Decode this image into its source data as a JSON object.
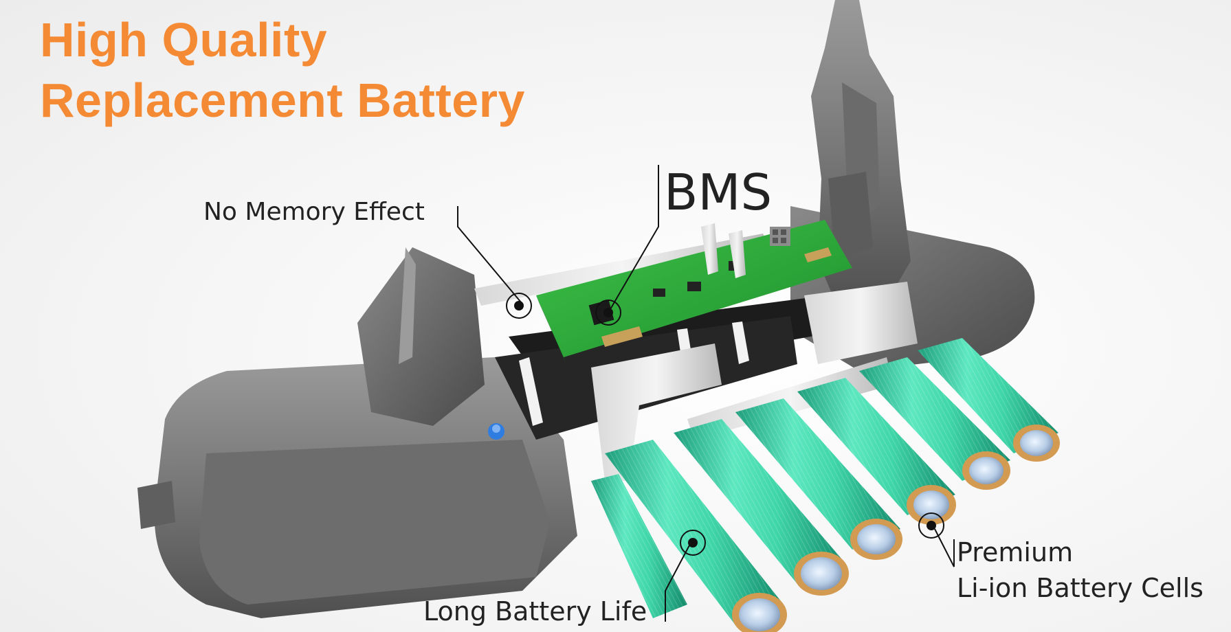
{
  "heading": {
    "line1": "High Quality",
    "line2": "Replacement Battery"
  },
  "callouts": {
    "memory": "No Memory Effect",
    "bms": "BMS",
    "battery_life": "Long Battery Life",
    "cells_line1": "Premium",
    "cells_line2": "Li-ion Battery Cells"
  },
  "colors": {
    "accent": "#f58a35",
    "cell_green": "#3fd6a8",
    "pcb_green": "#2db53a",
    "housing_gray": "#7a7a7a"
  }
}
